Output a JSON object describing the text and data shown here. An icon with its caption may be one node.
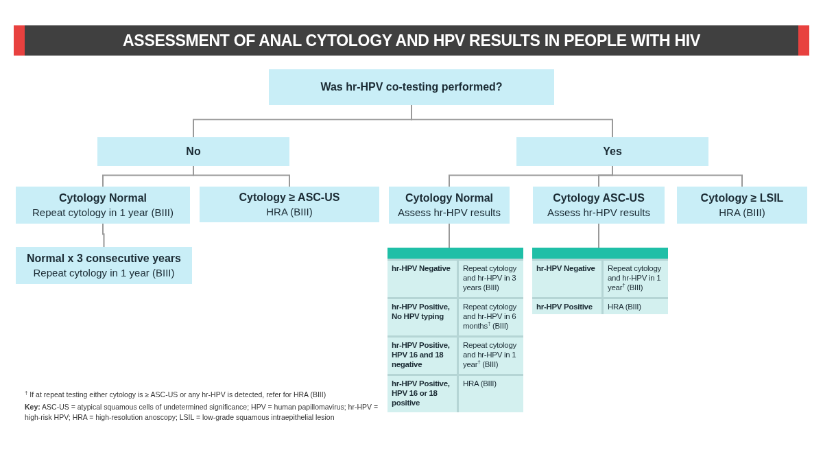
{
  "diagram": {
    "title": "ASSESSMENT OF ANAL CYTOLOGY AND HPV RESULTS IN PEOPLE WITH HIV",
    "nodes": [
      {
        "text": [
          "Was hr-HPV co-testing performed?"
        ]
      },
      {
        "text": [
          "No"
        ]
      },
      {
        "text": [
          "Yes"
        ]
      },
      {
        "text": [
          "Cytology Normal",
          "Repeat cytology in 1 year (BIII)"
        ]
      },
      {
        "text": [
          "Cytology ≥ ASC-US",
          "HRA (BIII)"
        ]
      },
      {
        "text": [
          "Normal x 3 consecutive years",
          "Repeat cytology in 1 year (BIII)"
        ]
      },
      {
        "text": [
          "Cytology Normal",
          "Assess hr-HPV results"
        ]
      },
      {
        "text": [
          "Cytology ASC-US",
          "Assess hr-HPV results"
        ]
      },
      {
        "text": [
          "Cytology ≥ LSIL",
          "HRA (BIII)"
        ]
      },
      {
        "text": [],
        "shape": "box"
      },
      {
        "text": [
          "hr-HPV Negative",
          "Repeat cytology and hr-HPV in 3 years (BIII)"
        ],
        "in": 9
      },
      {
        "text": [
          "hr-HPV Positive, No HPV typing",
          "Repeat cytology and hr-HPV in 6 months$^{†}$ (BIII)"
        ],
        "in": 9
      },
      {
        "text": [
          "hr-HPV Positive, HPV 16 and 18 negative",
          "Repeat cytology and hr-HPV in 1 year$^{†}$ (BIII)"
        ],
        "in": 9
      },
      {
        "text": [
          "hr-HPV Positive, HPV 16 or 18 positive",
          "HRA (BIII)"
        ],
        "in": 9
      },
      {
        "text": [],
        "shape": "box"
      },
      {
        "text": [
          "hr-HPV Negative",
          "Repeat cytology and hr-HPV in 1 year$^{†}$ (BIII)"
        ],
        "in": 14
      },
      {
        "text": [
          "hr-HPV Positive",
          "HRA (BIII)"
        ],
        "in": 14
      }
    ],
    "edges": [
      {
        "from": 0,
        "to": 1,
        "arrow": "none"
      },
      {
        "from": 0,
        "to": 2,
        "arrow": "none"
      },
      {
        "from": 1,
        "to": 3,
        "arrow": "none"
      },
      {
        "from": 1,
        "to": 4,
        "arrow": "none"
      },
      {
        "from": 3,
        "to": 5,
        "arrow": "none"
      },
      {
        "from": 2,
        "to": 6,
        "arrow": "none"
      },
      {
        "from": 2,
        "to": 7,
        "arrow": "none"
      },
      {
        "from": 2,
        "to": 8,
        "arrow": "none"
      },
      {
        "from": 6,
        "to": 9,
        "arrow": "none"
      },
      {
        "from": 7,
        "to": 14,
        "arrow": "none"
      }
    ],
    "labels": [
      "$^{†}$ If at repeat testing either cytology is ≥ ASC-US or any hr-HPV is detected, refer for HRA (BIII)",
      "**Key:** ASC-US = atypical squamous cells of undetermined significance; HPV = human papillomavirus; hr-HPV = high-risk HPV; HRA = high-resolution anoscopy; LSIL = low-grade squamous intraepithelial lesion"
    ]
  }
}
